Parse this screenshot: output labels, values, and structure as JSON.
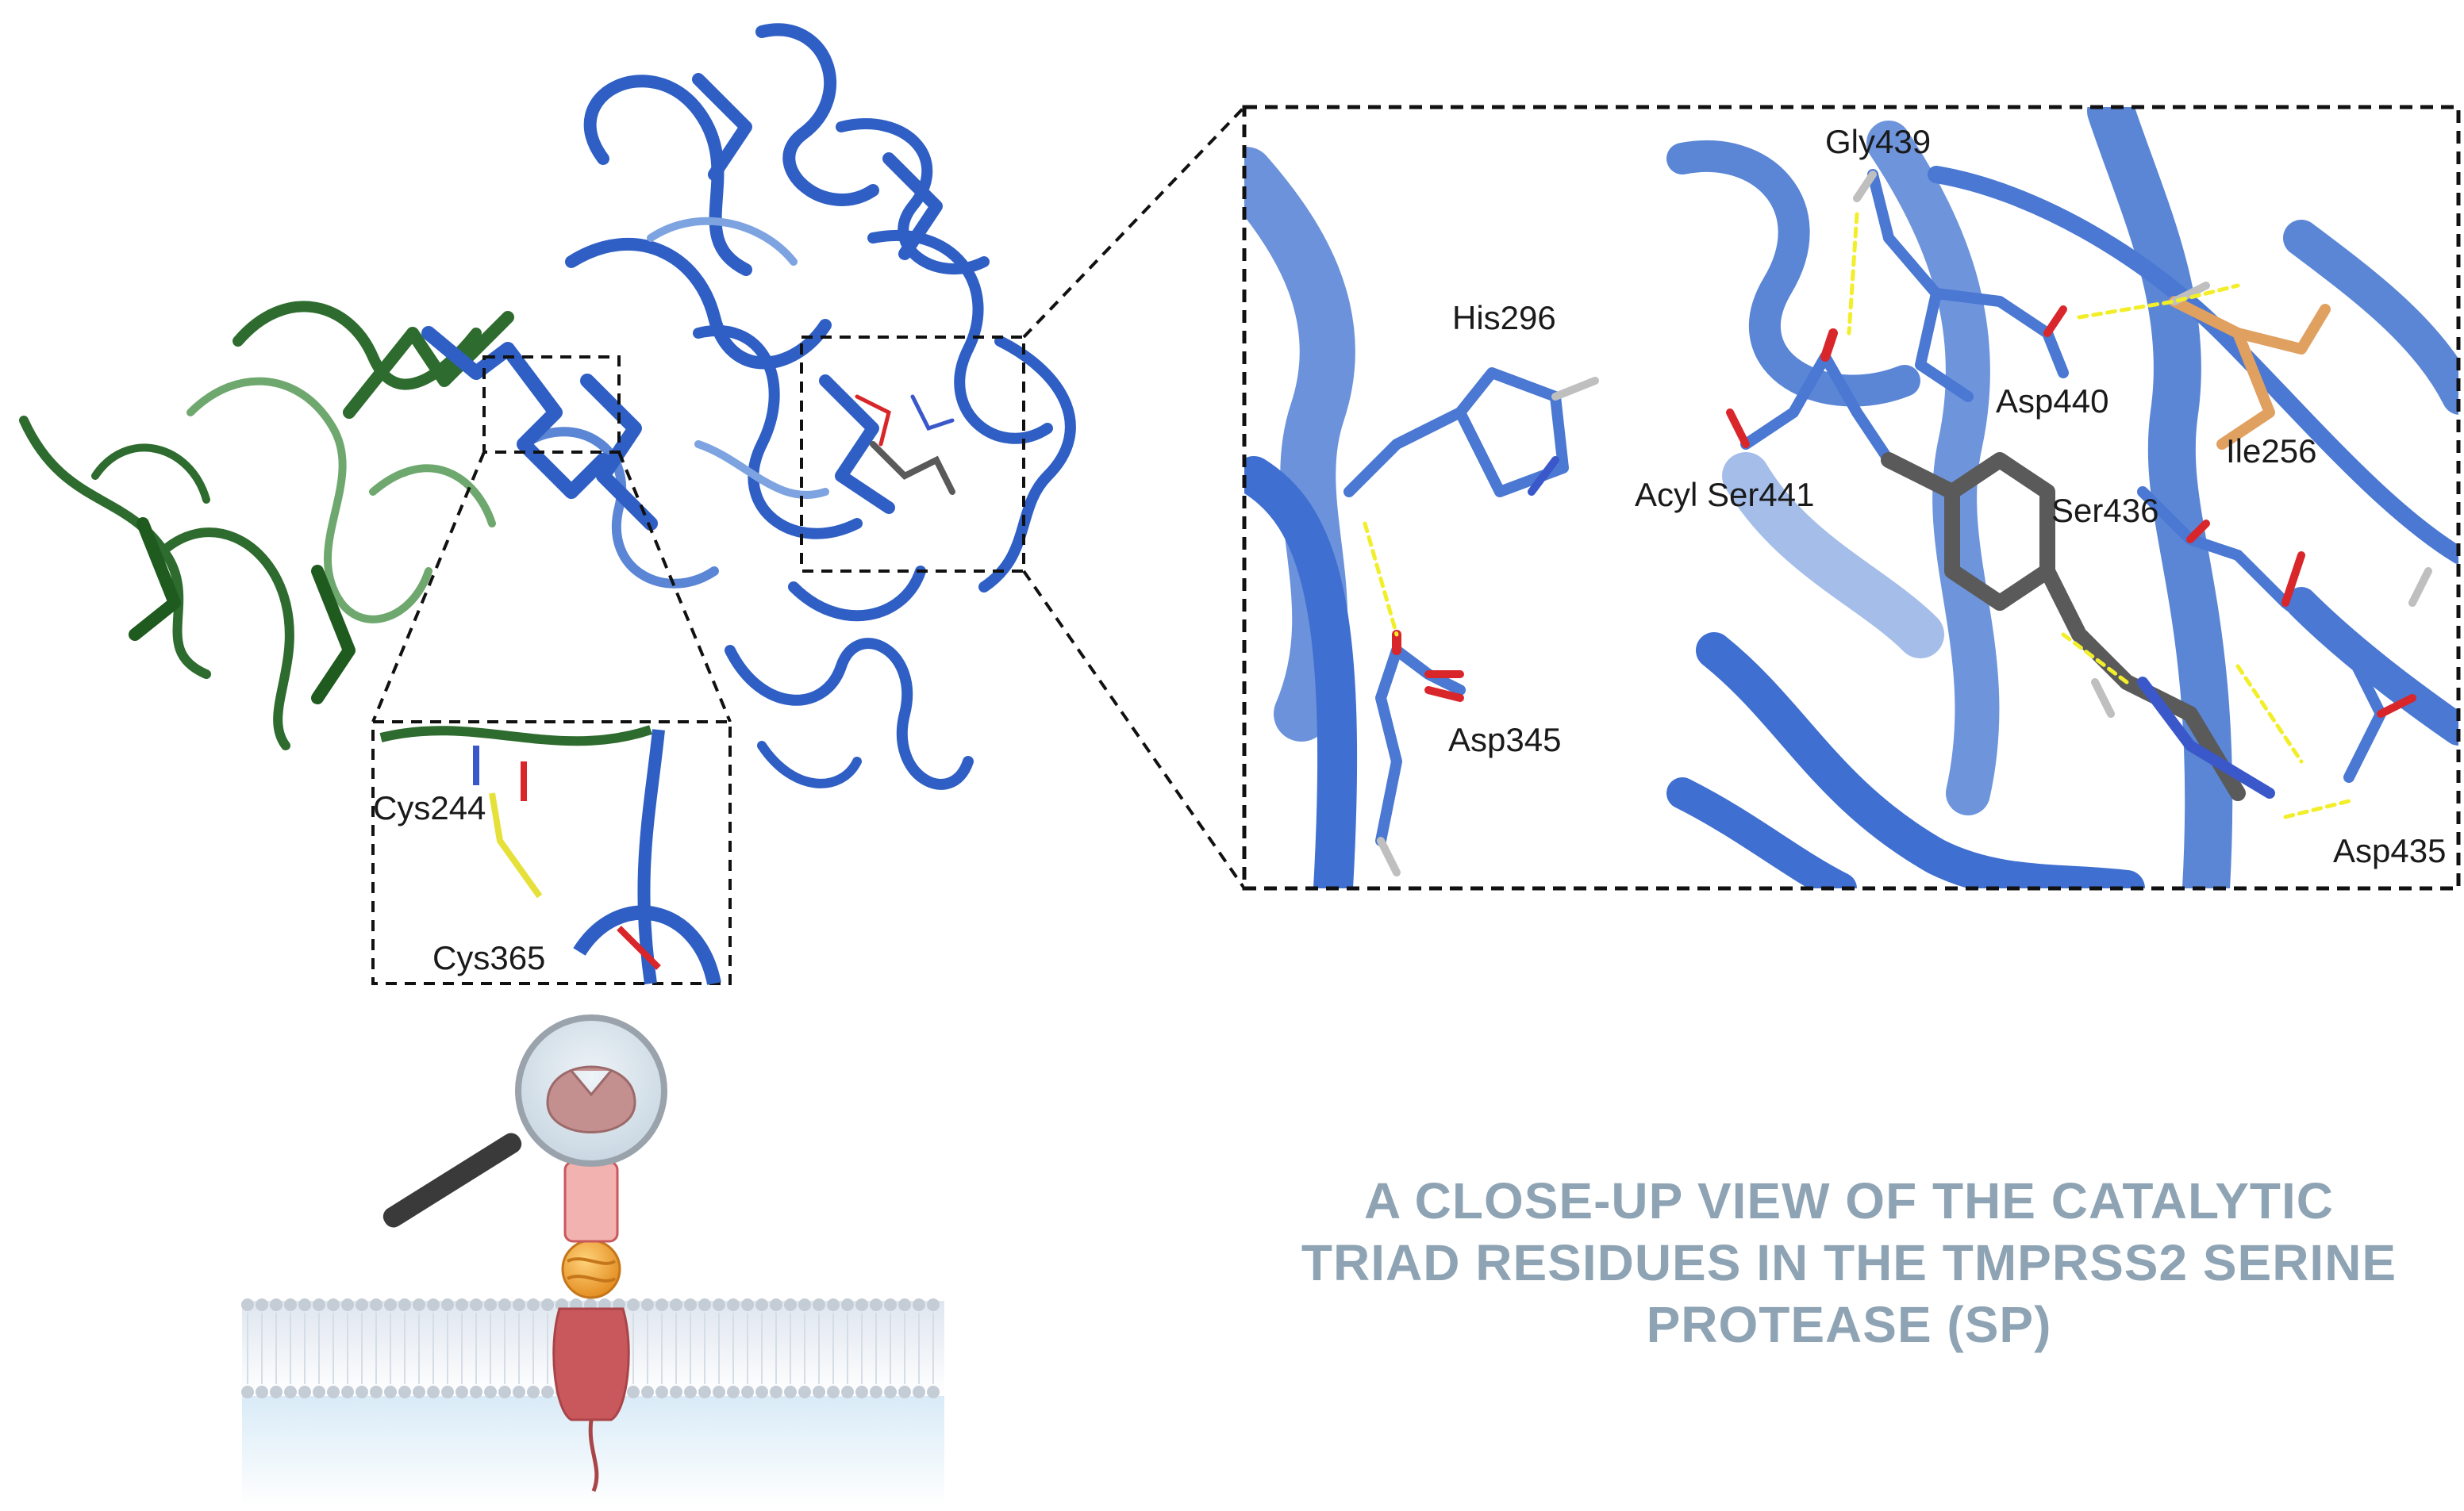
{
  "labels": {
    "cys244": "Cys244",
    "cys365": "Cys365",
    "gly439": "Gly439",
    "his296": "His296",
    "asp440": "Asp440",
    "ile256": "Ile256",
    "acyl_ser441": "Acyl Ser441",
    "ser436": "Ser436",
    "asp345": "Asp345",
    "asp435": "Asp435"
  },
  "caption": {
    "line1": "A CLOSE-UP VIEW OF THE CATALYTIC",
    "line2": "TRIAD RESIDUES IN THE TMPRSS2 SERINE",
    "line3": "PROTEASE (SP)"
  },
  "colors": {
    "protease_blue": "#2f5fc4",
    "light_blue": "#5b86d6",
    "domain_green": "#2e6b2e",
    "light_green": "#6fa86f",
    "ligand_gray": "#5a5a5a",
    "oxygen_red": "#d8262a",
    "hbond_yellow": "#f2ee2a",
    "ile_orange": "#e0a060",
    "caption_gray": "#8ea3b3"
  }
}
